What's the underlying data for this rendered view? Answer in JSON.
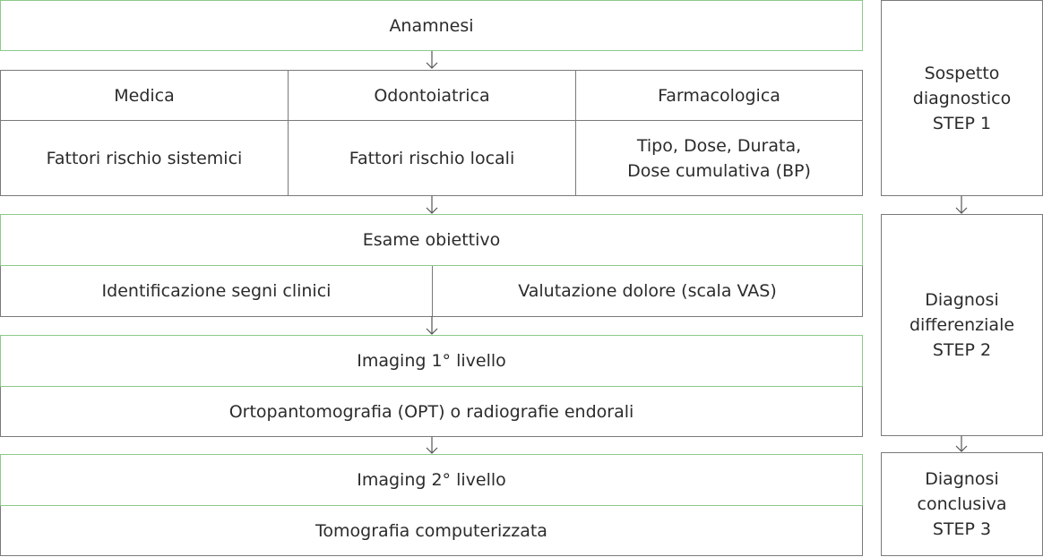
{
  "anamnesi": {
    "title": "Anamnesi",
    "columns": [
      {
        "header": "Medica",
        "detail": "Fattori rischio sistemici"
      },
      {
        "header": "Odontoiatrica",
        "detail": "Fattori rischio locali"
      },
      {
        "header": "Farmacologica",
        "detail_line1": "Tipo, Dose, Durata,",
        "detail_line2": "Dose cumulativa (BP)"
      }
    ]
  },
  "esame": {
    "title": "Esame obiettivo",
    "items": [
      "Identificazione segni clinici",
      "Valutazione dolore (scala VAS)"
    ]
  },
  "imaging1": {
    "title": "Imaging 1° livello",
    "detail": "Ortopantomografia (OPT) o radiografie endorali"
  },
  "imaging2": {
    "title": "Imaging 2° livello",
    "detail": "Tomografia computerizzata"
  },
  "steps": [
    {
      "line1": "Sospetto",
      "line2": "diagnostico",
      "line3": "STEP 1"
    },
    {
      "line1": "Diagnosi",
      "line2": "differenziale",
      "line3": "STEP 2"
    },
    {
      "line1": "Diagnosi",
      "line2": "conclusiva",
      "line3": "STEP 3"
    }
  ],
  "colors": {
    "section_border": "#8cc98c",
    "cell_border": "#7a7a7a",
    "text": "#2b2b2b"
  }
}
